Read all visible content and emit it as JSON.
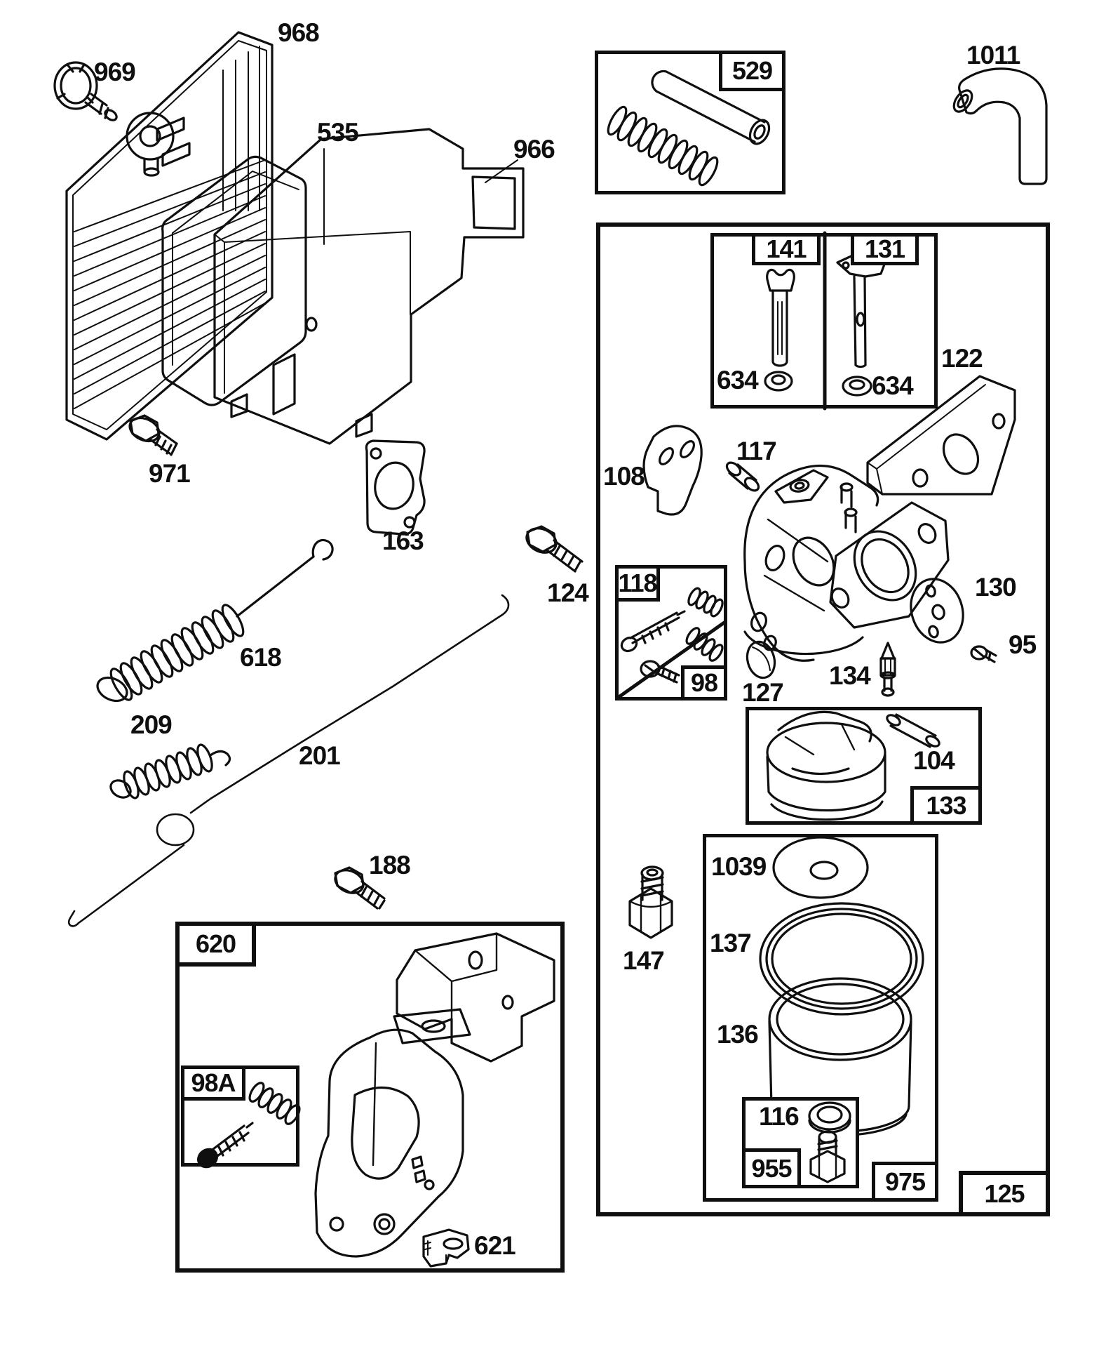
{
  "diagram": {
    "background_color": "#ffffff",
    "line_color": "#0f0f0f",
    "labels": {
      "95": "95",
      "98": "98",
      "98A": "98A",
      "104": "104",
      "108": "108",
      "116": "116",
      "117": "117",
      "118": "118",
      "122": "122",
      "124": "124",
      "125": "125",
      "127": "127",
      "130": "130",
      "131": "131",
      "133": "133",
      "134": "134",
      "136": "136",
      "137": "137",
      "141": "141",
      "147": "147",
      "163": "163",
      "188": "188",
      "201": "201",
      "209": "209",
      "529": "529",
      "535": "535",
      "618": "618",
      "620": "620",
      "621": "621",
      "634": "634",
      "955": "955",
      "966": "966",
      "968": "968",
      "969": "969",
      "971": "971",
      "975": "975",
      "1011": "1011",
      "1039": "1039"
    }
  }
}
